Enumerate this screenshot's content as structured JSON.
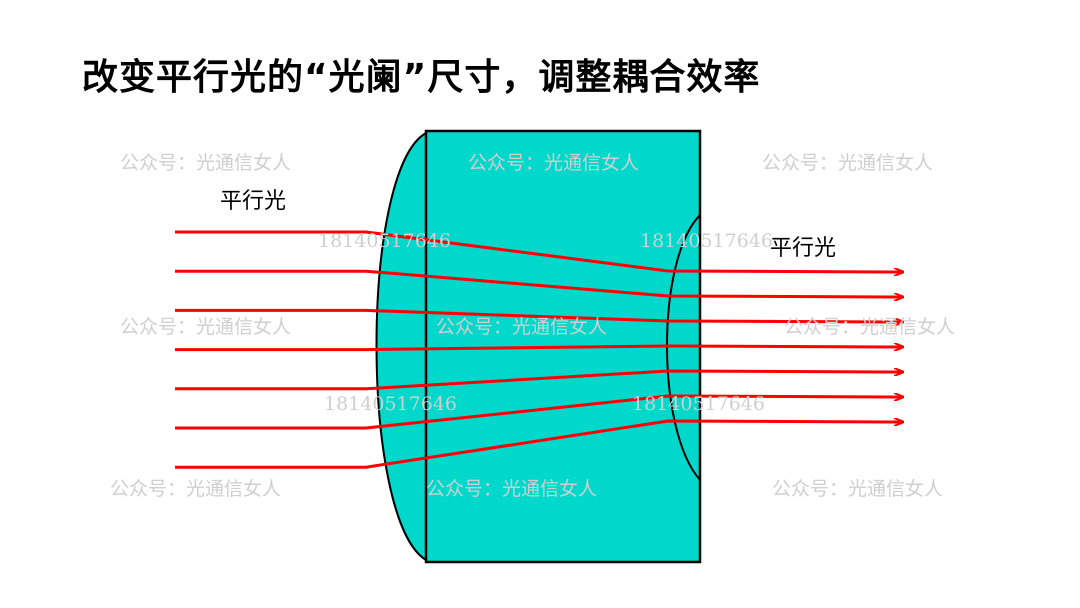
{
  "title": "改变平行光的“光阑”尺寸，调整耦合效率",
  "labels": {
    "input_beam": "平行光",
    "output_beam": "平行光"
  },
  "watermarks": {
    "account": "公众号：光通信女人",
    "phone": "18140517646"
  },
  "colors": {
    "lens": "#00d8cc",
    "ray": "#ff0000",
    "outline": "#000000"
  },
  "rays": {
    "count": 7
  }
}
